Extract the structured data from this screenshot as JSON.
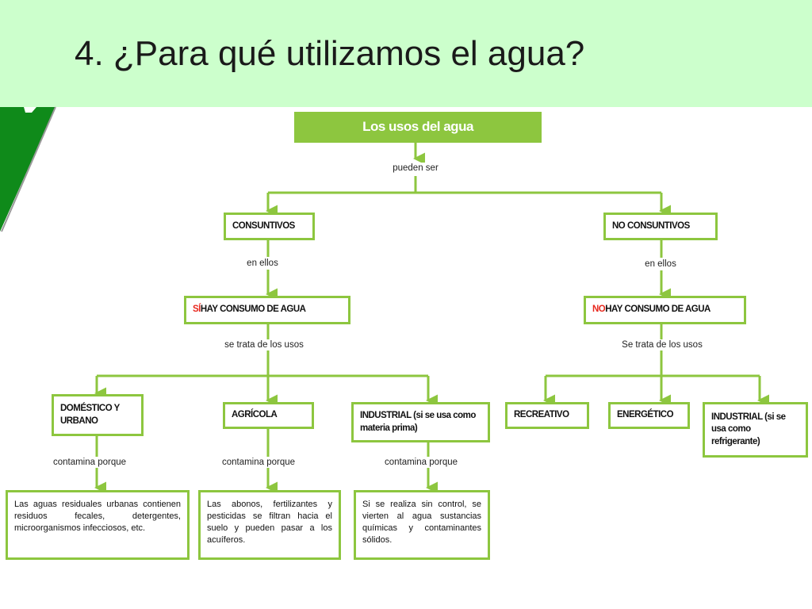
{
  "slide": {
    "title": "4. ¿Para qué utilizamos el agua?"
  },
  "colors": {
    "header_bg": "#ccffcc",
    "accent": "#8dc63f",
    "highlight": "#e8281e",
    "deco": "#0f8a1a"
  },
  "diagram": {
    "root": "Los usos del agua",
    "root_link": "pueden ser",
    "left": {
      "category": "CONSUNTIVOS",
      "link": "en ellos",
      "consumption_prefix": "SÍ",
      "consumption_text": " HAY CONSUMO DE AGUA",
      "uses_link": "se trata de los usos",
      "uses": [
        {
          "label": "DOMÉSTICO Y URBANO",
          "link": "contamina porque",
          "description": "Las aguas residuales urbanas contienen residuos fecales, detergentes, microorganismos infecciosos, etc."
        },
        {
          "label": "AGRÍCOLA",
          "link": "contamina porque",
          "description": "Las abonos, fertilizantes y pesticidas se filtran hacia el suelo y pueden pasar a los acuíferos."
        },
        {
          "label": "INDUSTRIAL (si se usa como materia prima)",
          "link": "contamina porque",
          "description": "Si se realiza sin control, se vierten al agua sustancias químicas y contaminantes sólidos."
        }
      ]
    },
    "right": {
      "category": "NO CONSUNTIVOS",
      "link": "en ellos",
      "consumption_prefix": "NO",
      "consumption_text": " HAY CONSUMO DE AGUA",
      "uses_link": "Se trata de los usos",
      "uses": [
        {
          "label": "RECREATIVO"
        },
        {
          "label": "ENERGÉTICO"
        },
        {
          "label": "INDUSTRIAL (si se usa como refrigerante)"
        }
      ]
    }
  }
}
